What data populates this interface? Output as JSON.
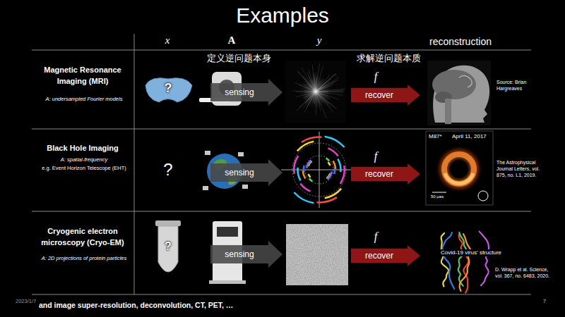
{
  "diagram": {
    "title": "Examples",
    "nodes": [
      {
        "text": [
          "sensing"
        ]
      },
      {
        "text": [
          "recover"
        ]
      },
      {
        "text": [
          "sensing"
        ]
      },
      {
        "text": [
          "recover"
        ]
      },
      {
        "text": [
          "sensing"
        ]
      },
      {
        "text": [
          "recover"
        ]
      }
    ],
    "labels": [
      "x",
      "A",
      "y",
      "reconstruction",
      "定义逆问题本身",
      "求解逆问题本质",
      "Magnetic Resonance Imaging (MRI)",
      "A: undersampled Fourier models",
      "?",
      "f",
      "Source: Brian Hargreaves",
      "Black Hole Imaging",
      "A: spatial-frequency",
      "e.g. Event Horizon Telescope (EHT)",
      "?",
      "f",
      "M87*",
      "April 11, 2017",
      "50 μas",
      "The Astrophysical Journal Letters, vol. 875, no. L1, 2019.",
      "Cryogenic electron microscopy (Cryo-EM)",
      "A: 2D projections of protein particles",
      "?",
      "f",
      "Covid-19 virus' structure",
      "D. Wrapp et al. Science, vol. 367, no. 6483, 2020.",
      "2023/1/7",
      "and image super-resolution, deconvolution, CT, PET, …",
      "7"
    ]
  }
}
